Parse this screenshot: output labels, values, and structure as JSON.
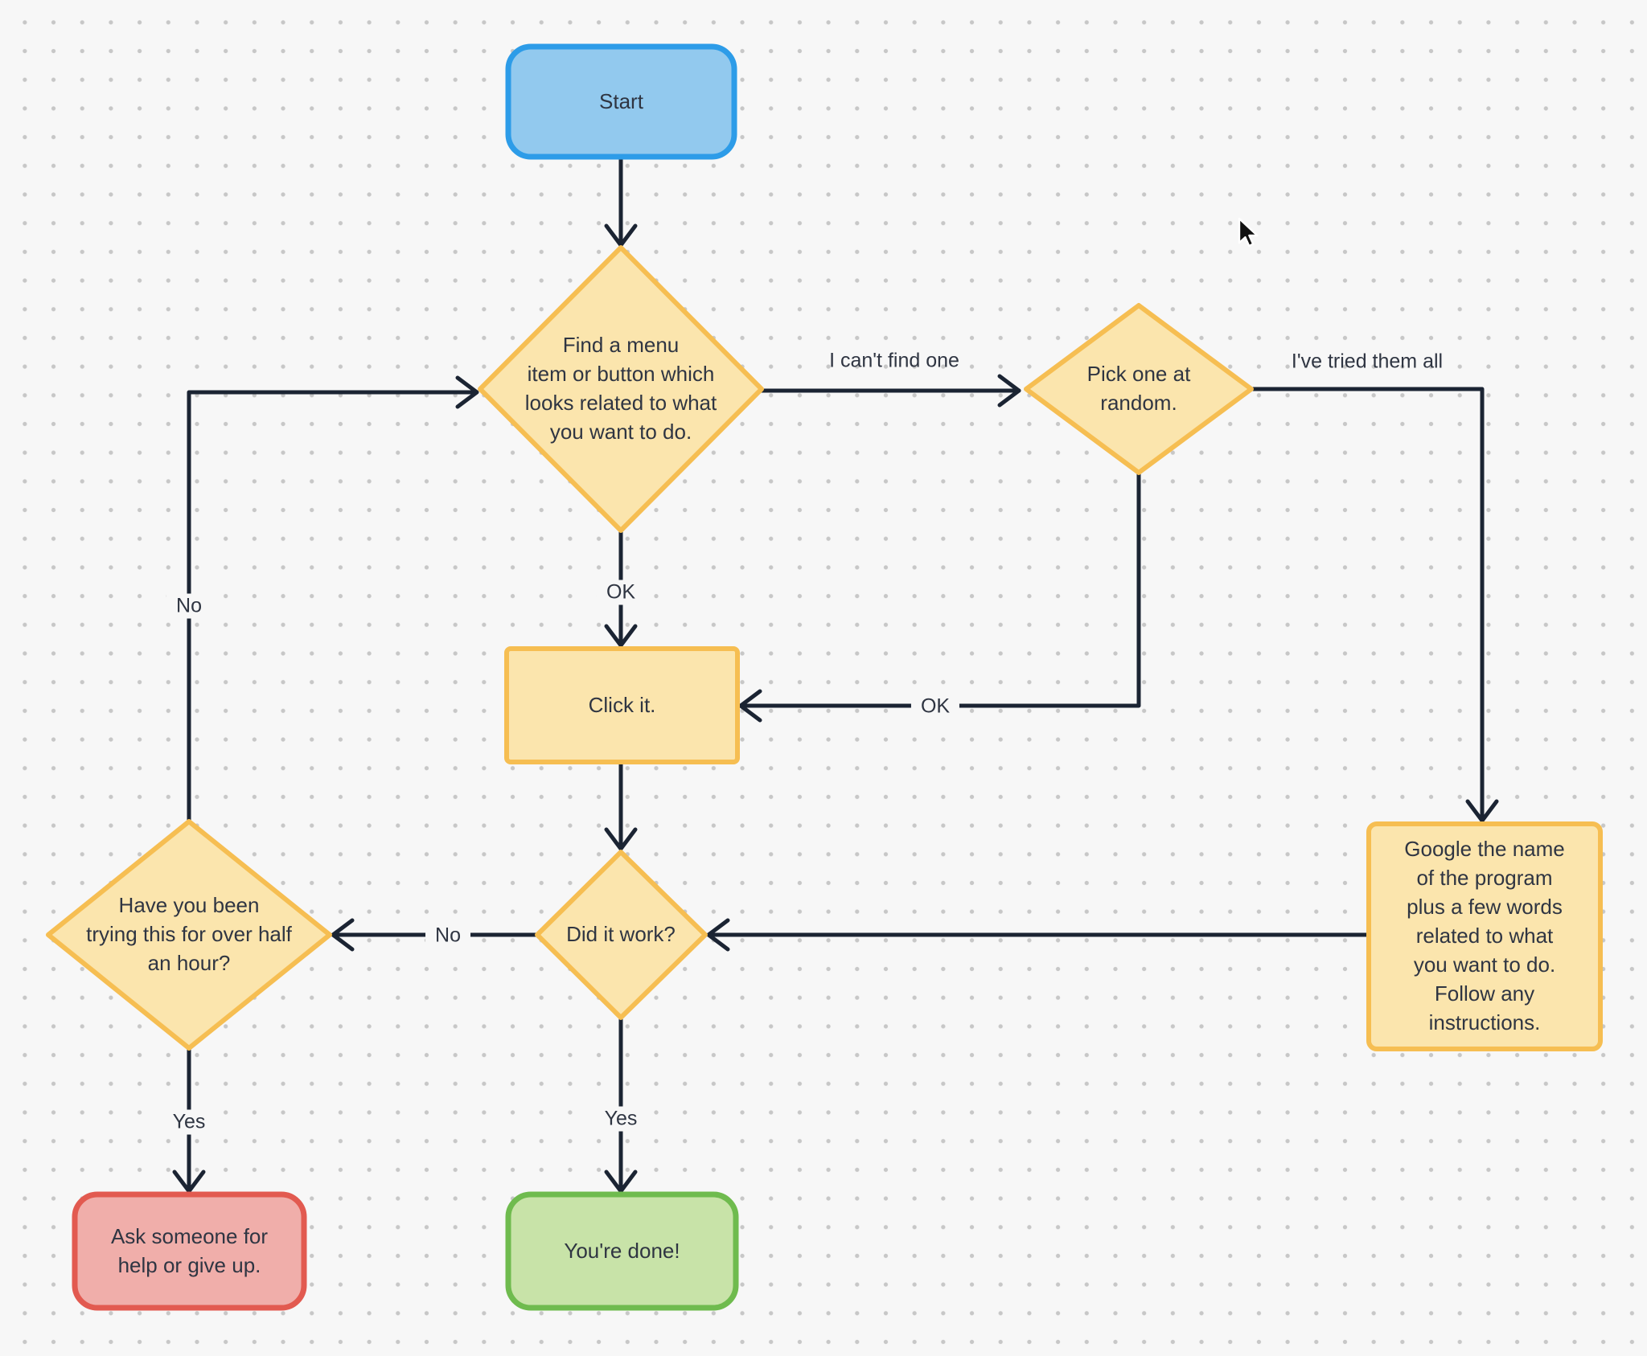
{
  "app": {
    "type": "flowchart-diagram"
  },
  "colors": {
    "background": "#f7f7f7",
    "dot": "#c7c7c7",
    "line": "#1b2433",
    "text": "#2f3542",
    "blue_fill": "#92c9ee",
    "blue_stroke": "#2d9ce8",
    "yellow_fill": "#fbe5ad",
    "yellow_stroke": "#f6be52",
    "green_fill": "#c8e3a8",
    "green_stroke": "#6fbb4e",
    "red_fill": "#f0aeaa",
    "red_stroke": "#e25a50"
  },
  "nodes": {
    "start": {
      "label": "Start",
      "shape": "rounded-rect",
      "theme": "blue"
    },
    "find_menu": {
      "label": "Find a menu\nitem or button which\nlooks related to what\nyou want to do.",
      "shape": "diamond",
      "theme": "yellow"
    },
    "pick_random": {
      "label": "Pick one at\nrandom.",
      "shape": "diamond",
      "theme": "yellow"
    },
    "click_it": {
      "label": "Click it.",
      "shape": "rect",
      "theme": "yellow"
    },
    "google_it": {
      "label": "Google the name\nof the program\nplus a few words\nrelated to what\nyou want to do.\nFollow any\ninstructions.",
      "shape": "rect",
      "theme": "yellow"
    },
    "did_it_work": {
      "label": "Did it work?",
      "shape": "diamond",
      "theme": "yellow"
    },
    "half_hour": {
      "label": "Have you been\ntrying this for over half\nan hour?",
      "shape": "diamond",
      "theme": "yellow"
    },
    "ask_help": {
      "label": "Ask someone for\nhelp or give up.",
      "shape": "rounded-rect",
      "theme": "red"
    },
    "done": {
      "label": "You're done!",
      "shape": "rounded-rect",
      "theme": "green"
    }
  },
  "edge_labels": {
    "cant_find": "I can't find one",
    "tried_all": "I've tried them all",
    "ok_to_click": "OK",
    "ok_from_random": "OK",
    "no_did_it_work": "No",
    "no_retry_loop": "No",
    "yes_done": "Yes",
    "yes_help": "Yes"
  },
  "icons": {
    "cursor": "mouse-pointer-arrow"
  }
}
